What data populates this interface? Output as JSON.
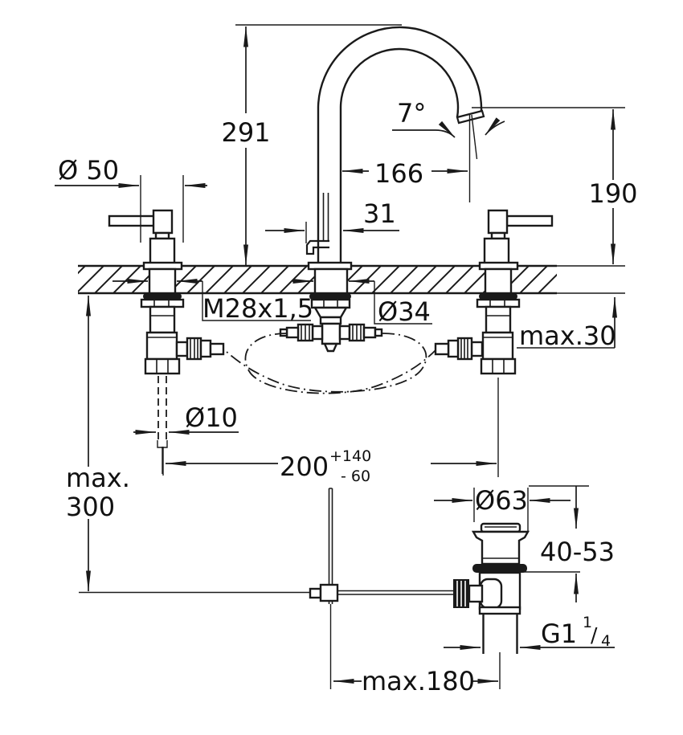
{
  "drawing": {
    "background": "#ffffff",
    "line_color": "#1a1a1a",
    "labels": {
      "spout_height": "291",
      "spout_angle": "7°",
      "spout_reach": "166",
      "outlet_height_above_deck": "190",
      "handle_diameter": "Ø 50",
      "rod_offset": "31",
      "shank_thread": "M28x1,5",
      "deck_hole_diameter": "Ø34",
      "max_deck_thickness": "max.30",
      "pull_rod_diameter": "Ø10",
      "max_hose_length_line1": "max.",
      "max_hose_length_line2": "300",
      "hole_spacing": "200",
      "hole_spacing_tol_plus": "+140",
      "hole_spacing_tol_minus": "- 60",
      "waste_flange_diameter": "Ø63",
      "basin_clamping_range": "40-53",
      "waste_thread": "G1",
      "waste_thread_frac_numerator": "1",
      "waste_thread_frac_slash": "/",
      "waste_thread_frac_denominator": "4",
      "max_rod_to_waste_distance": "max.180"
    }
  }
}
